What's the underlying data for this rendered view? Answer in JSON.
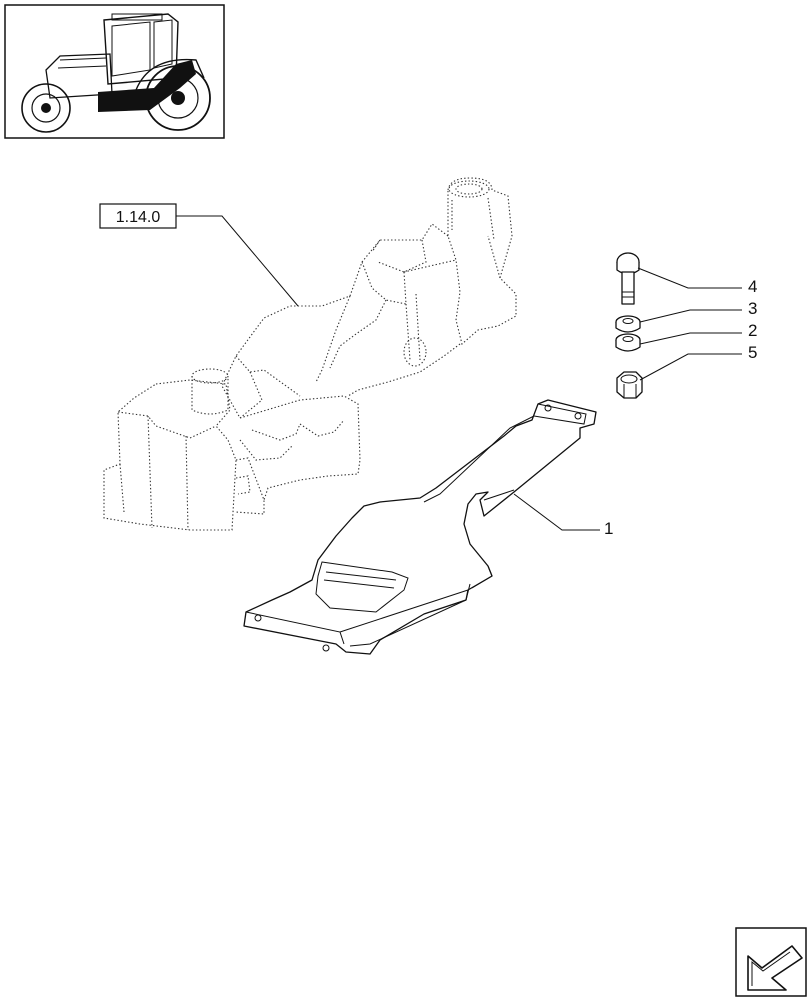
{
  "ref_box": {
    "label": "1.14.0"
  },
  "callouts": [
    {
      "id": "4",
      "label": "4"
    },
    {
      "id": "3",
      "label": "3"
    },
    {
      "id": "2",
      "label": "2"
    },
    {
      "id": "5",
      "label": "5"
    },
    {
      "id": "1",
      "label": "1"
    }
  ]
}
